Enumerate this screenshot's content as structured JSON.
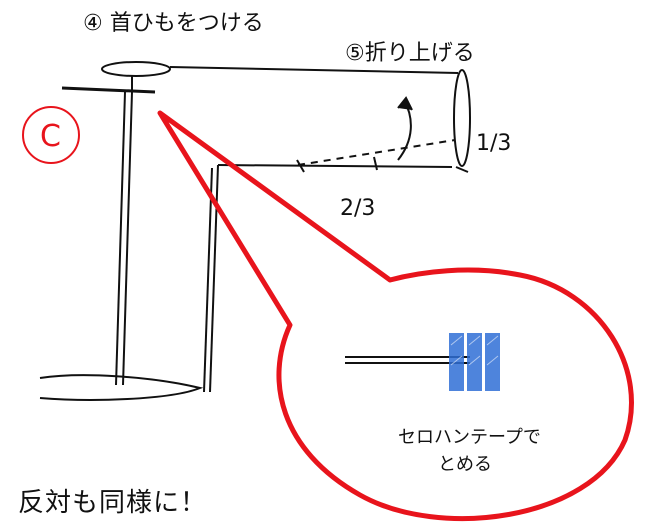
{
  "labels": {
    "step4": "④ 首ひもをつける",
    "step5": "⑤折り上げる",
    "part_marker": "C",
    "fraction_one_third": "1/3",
    "fraction_two_thirds": "2/3",
    "tape_note_line1": "セロハンテープで",
    "tape_note_line2": "とめる",
    "footer": "反対も同様に！"
  },
  "colors": {
    "ink": "#111111",
    "accent_red": "#e8141c",
    "tape_blue": "#2f6fd6"
  }
}
